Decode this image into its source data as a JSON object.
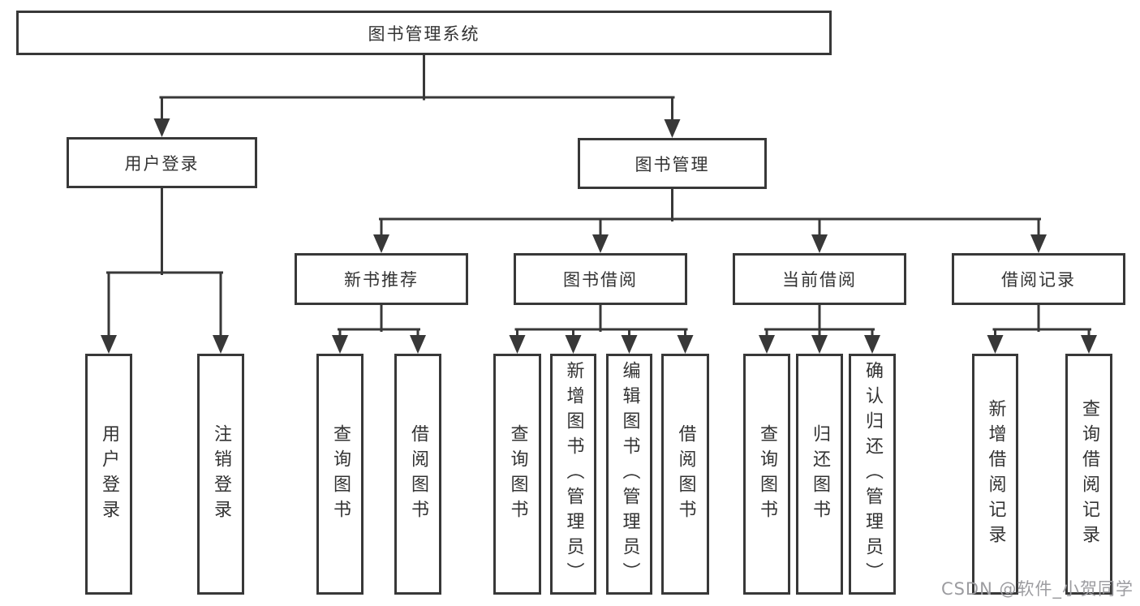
{
  "colors": {
    "line": "#383838",
    "text": "#333333",
    "watermark": "#9c9ca0",
    "background": "#ffffff"
  },
  "tree": {
    "root": {
      "label": "图书管理系统",
      "children": [
        {
          "label": "用户登录",
          "children": [
            {
              "label": "用户登录"
            },
            {
              "label": "注销登录"
            }
          ]
        },
        {
          "label": "图书管理",
          "children": [
            {
              "label": "新书推荐",
              "children": [
                {
                  "label": "查询图书"
                },
                {
                  "label": "借阅图书"
                }
              ]
            },
            {
              "label": "图书借阅",
              "children": [
                {
                  "label": "查询图书"
                },
                {
                  "label": "新增图书（管理员）"
                },
                {
                  "label": "编辑图书（管理员）"
                },
                {
                  "label": "借阅图书"
                }
              ]
            },
            {
              "label": "当前借阅",
              "children": [
                {
                  "label": "查询图书"
                },
                {
                  "label": "归还图书"
                },
                {
                  "label": "确认归还（管理员）"
                }
              ]
            },
            {
              "label": "借阅记录",
              "children": [
                {
                  "label": "新增借阅记录"
                },
                {
                  "label": "查询借阅记录"
                }
              ]
            }
          ]
        }
      ]
    }
  },
  "watermark": {
    "text": "CSDN @软件_小贺同学"
  }
}
